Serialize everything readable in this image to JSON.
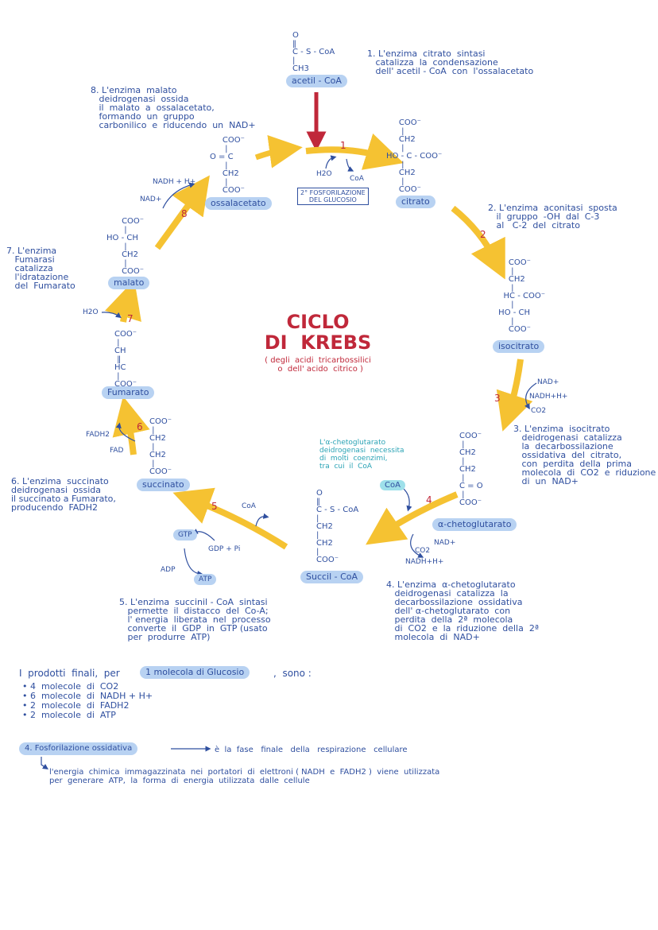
{
  "acetil": {
    "formula": "O\n‖\nC - S - CoA\n|\nCH3",
    "label": "acetil - CoA"
  },
  "step1": {
    "num": "1",
    "text": "1. L'enzima  citrato  sintasi\n   catalizza  la  condensazione\n   dell' acetil - CoA  con  l'ossalacetato",
    "h2o": "H2O",
    "coa": "CoA",
    "box": "2° FOSFORILAZIONE\nDEL GLUCOSIO"
  },
  "citrato": {
    "formula": "     COO⁻\n      |\n     CH2\n      |\nHO - C - COO⁻\n      |\n     CH2\n      |\n     COO⁻",
    "label": "citrato"
  },
  "step2": {
    "num": "2",
    "text": "2. L'enzima  aconitasi  sposta\n   il  gruppo  -OH  dal  C-3\n   al   C-2  del  citrato"
  },
  "isocitrato": {
    "formula": "     COO⁻\n      |\n     CH2\n      |\n   HC - COO⁻\n      |\n HO - CH\n      |\n     COO⁻",
    "label": "isocitrato"
  },
  "step3": {
    "num": "3",
    "nad": "NAD+",
    "nadh": "NADH+H+",
    "co2": "CO2",
    "text": "3. L'enzima  isocitrato\n   deidrogenasi  catalizza\n   la  decarbossilazione\n   ossidativa  del  citrato,\n   con  perdita  della  prima\n   molecola  di  CO2  e  riduzione\n   di  un  NAD+"
  },
  "chetoglutarato": {
    "formula": "COO⁻\n |\nCH2\n |\nCH2\n |\nC = O\n |\nCOO⁻",
    "label": "α-chetoglutarato"
  },
  "step4": {
    "num": "4",
    "note": "L'α-chetoglutarato\ndeidrogenasi  necessita\ndi  molti  coenzimi,\ntra  cui  il  CoA",
    "coa": "CoA",
    "nad": "NAD+",
    "co2": "CO2",
    "nadh": "NADH+H+",
    "text": "4. L'enzima  α-chetoglutarato\n   deidrogenasi  catalizza  la\n   decarbossilazione  ossidativa\n   dell' α-chetoglutarato  con\n   perdita  della  2ª  molecola\n   di  CO2  e  la  riduzione  della  2ª\n   molecola  di  NAD+"
  },
  "succinilcoa": {
    "formula": "O\n‖\nC - S - CoA\n|\nCH2\n|\nCH2\n|\nCOO⁻",
    "label": "Succil - CoA"
  },
  "step5": {
    "num": "5",
    "coa": "CoA",
    "gtp": "GTP",
    "gdp": "GDP + Pi",
    "adp": "ADP",
    "atp": "ATP",
    "text": "5. L'enzima  succinil - CoA  sintasi\n   permette  il  distacco  del  Co-A;\n   l' energia  liberata  nel  processo\n   converte  il  GDP  in  GTP (usato\n   per  produrre  ATP)"
  },
  "succinato": {
    "formula": "COO⁻\n |\nCH2\n |\nCH2\n |\nCOO⁻",
    "label": "succinato"
  },
  "step6": {
    "num": "6",
    "fadh2": "FADH2",
    "fad": "FAD",
    "text": "6. L'enzima  succinato\ndeidrogenasi  ossida\nil succinato a Fumarato,\nproducendo  FADH2"
  },
  "fumarato": {
    "formula": "COO⁻\n |\nCH\n ‖\nHC\n |\nCOO⁻",
    "label": "Fumarato"
  },
  "step7": {
    "num": "7",
    "h2o": "H2O",
    "text": "7. L'enzima\n   Fumarasi\n   catalizza\n   l'idratazione\n   del  Fumarato"
  },
  "malato": {
    "formula": "      COO⁻\n       |\nHO - CH\n       |\n      CH2\n       |\n      COO⁻",
    "label": "malato"
  },
  "step8": {
    "num": "8",
    "nad": "NAD+",
    "nadh": "NADH + H+",
    "text": "8. L'enzima  malato\n   deidrogenasi  ossida\n   il  malato  a  ossalacetato,\n   formando  un  gruppo\n   carbonilico  e  riducendo  un  NAD+"
  },
  "ossalacetato": {
    "formula": "     COO⁻\n      |\nO = C\n      |\n     CH2\n      |\n     COO⁻",
    "label": "ossalacetato"
  },
  "center": {
    "title": "CICLO\nDI  KREBS",
    "subtitle": "( degli  acidi  tricarbossilici\n  o  dell' acido  citrico )"
  },
  "products": {
    "intro": "I  prodotti  finali,  per",
    "highlight": "1  molecola  di  Glucosio",
    "after": ",  sono :",
    "items": [
      "• 4  molecole  di  CO2",
      "• 6  molecole  di  NADH + H+",
      "• 2  molecole  di  FADH2",
      "• 2  molecole  di  ATP"
    ]
  },
  "section4": {
    "label": "4.  Fosforilazione   ossidativa",
    "desc": "è  la  fase   finale   della   respirazione   cellulare",
    "detail": "l'energia  chimica  immagazzinata  nei  portatori  di  elettroni ( NADH  e  FADH2 )  viene  utilizzata\nper  generare  ATP,  la  forma  di  energia  utilizzata  dalle  cellule"
  },
  "colors": {
    "arrow": "#f5c232",
    "ink": "#2f4f9f",
    "red": "#c0283a",
    "pill": "#b8d2f2"
  }
}
